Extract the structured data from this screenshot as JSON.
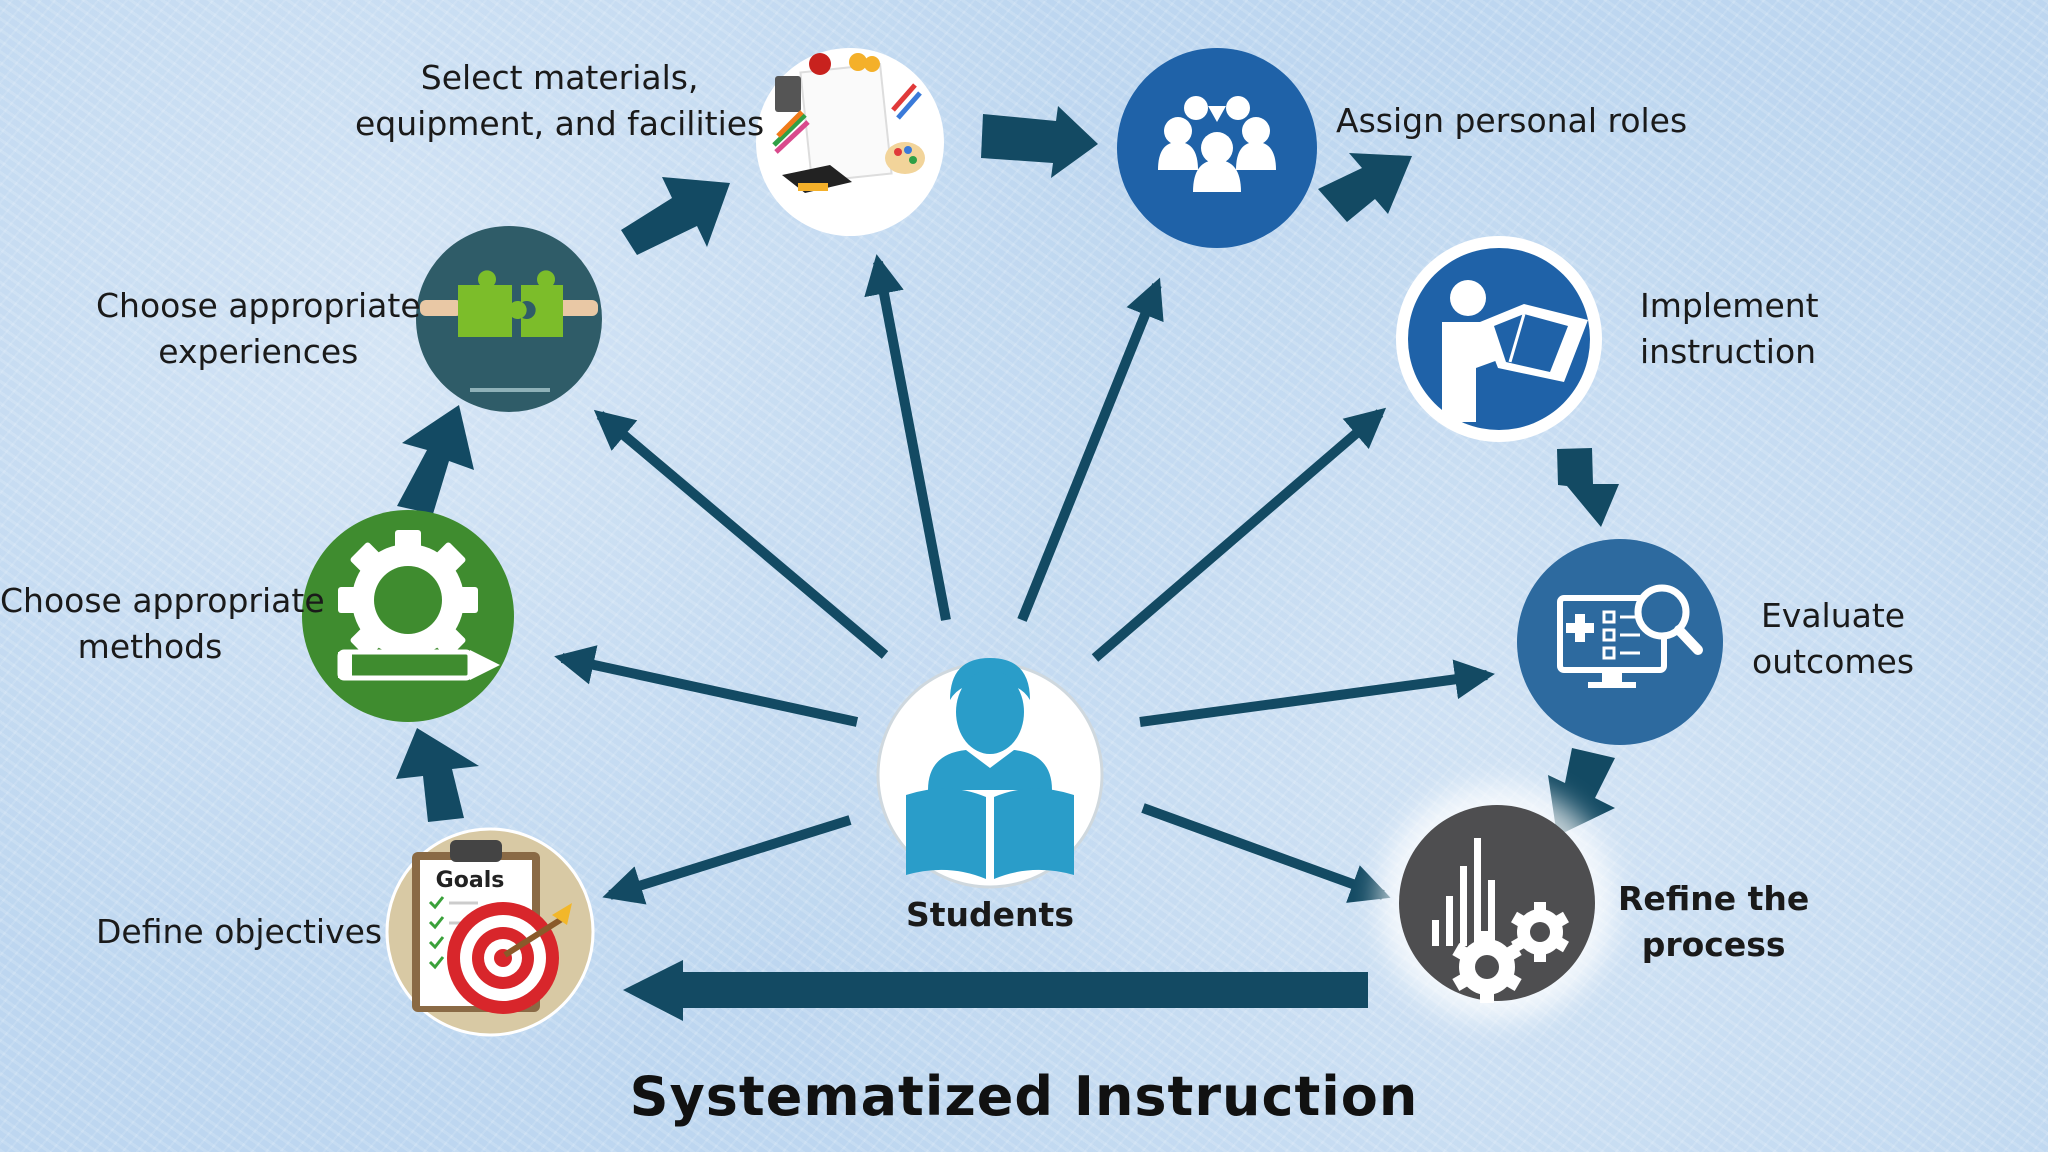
{
  "title": "Systematized Instruction",
  "center": {
    "label": "Students"
  },
  "steps": {
    "define": {
      "line1": "Define objectives",
      "icon": "goals-target-icon",
      "badge": "Goals"
    },
    "methods": {
      "line1": "Choose appropriate",
      "line2": "methods",
      "icon": "gear-pencil-icon"
    },
    "experiences": {
      "line1": "Choose appropriate",
      "line2": "experiences",
      "icon": "puzzle-handshake-icon"
    },
    "materials": {
      "line1": "Select materials,",
      "line2": "equipment, and facilities",
      "icon": "school-supplies-icon"
    },
    "roles": {
      "line1": "Assign personal roles",
      "icon": "people-group-icon"
    },
    "implement": {
      "line1": "Implement",
      "line2": "instruction",
      "icon": "reading-manual-icon"
    },
    "evaluate": {
      "line1": "Evaluate",
      "line2": "outcomes",
      "icon": "monitor-magnifier-icon"
    },
    "refine": {
      "line1": "Refine the",
      "line2": "process",
      "icon": "gears-chart-icon"
    }
  },
  "colors": {
    "arrow": "#134a63",
    "green": "#3f8c2f",
    "teal": "#2f5c68",
    "blue": "#1f62a8",
    "darkgray": "#4e4e50",
    "student": "#2a9dc9"
  }
}
